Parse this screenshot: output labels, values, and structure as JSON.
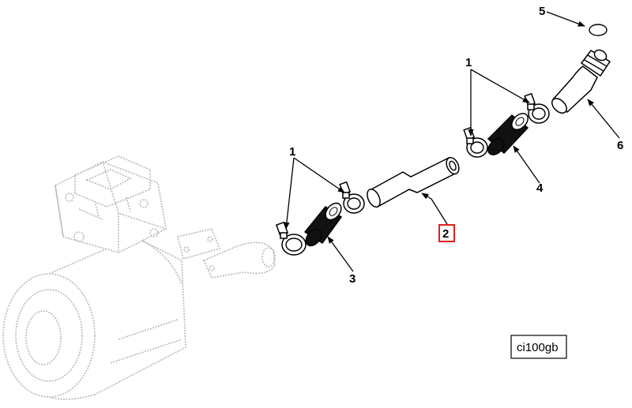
{
  "diagram": {
    "reference_code": "ci100gb",
    "callouts": {
      "clamp_label_left": "1",
      "clamp_label_right": "1",
      "tube_label": "2",
      "hose_left_label": "3",
      "hose_right_label": "4",
      "oring_label": "5",
      "elbow_label": "6"
    },
    "highlighted_callout": "2",
    "colors": {
      "highlight": "#e0201c",
      "line": "#000000",
      "ghost": "#b8b8b8"
    }
  }
}
